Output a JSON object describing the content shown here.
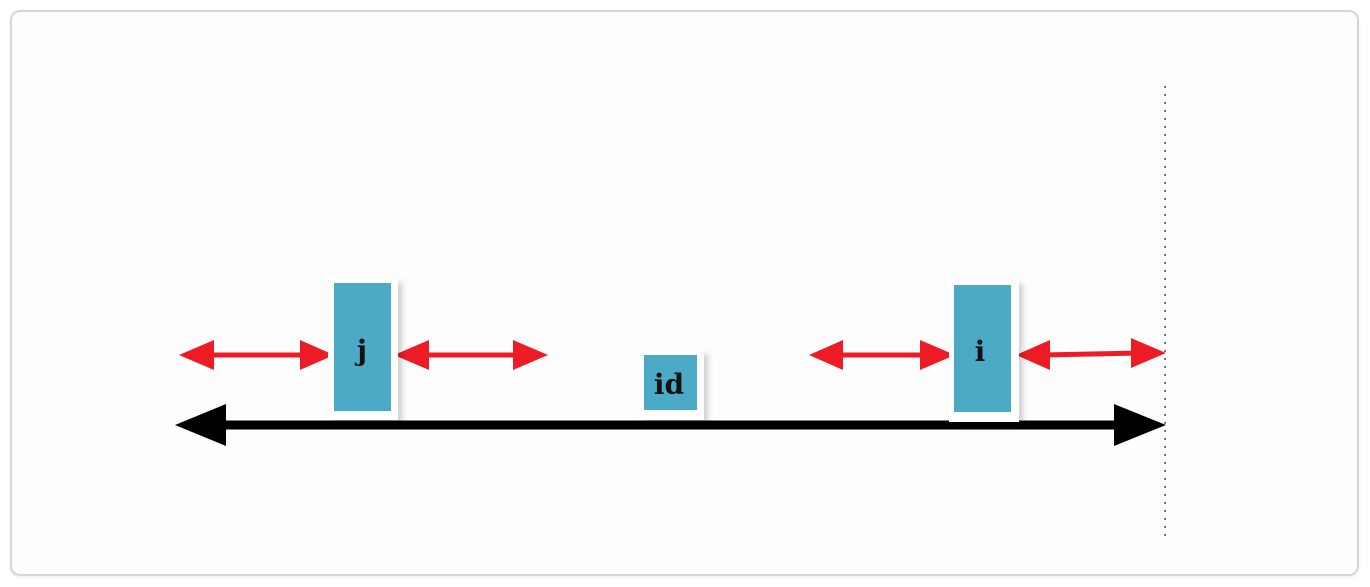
{
  "diagram": {
    "labels": {
      "left_box": "j",
      "middle_box": "id",
      "right_box": "i"
    },
    "colors": {
      "box_fill": "#4BABC6",
      "box_shadow": "#d9d9d9",
      "red_arrow": "#ED1C24",
      "axis_arrow": "#000000",
      "boundary_line": "#777777"
    }
  }
}
